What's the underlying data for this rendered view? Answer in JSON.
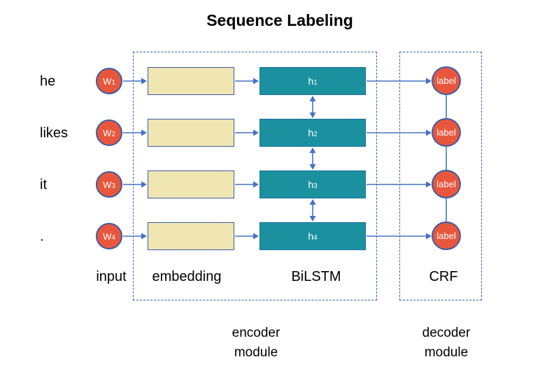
{
  "title": "Sequence Labeling",
  "colors": {
    "node_fill": "#E8573D",
    "node_border": "#3C5BA6",
    "node_text": "#FFFFFF",
    "embedding_fill": "#F0E6B2",
    "embedding_border": "#3C5BA6",
    "hidden_fill": "#1B91A0",
    "hidden_border": "#1B6E9E",
    "arrow": "#4472C4",
    "module_border": "#3A5F9E"
  },
  "rows": [
    {
      "word": "he",
      "input_label": "W",
      "input_sub": "1",
      "hidden_label": "h",
      "hidden_sub": "1",
      "output_label": "label"
    },
    {
      "word": "likes",
      "input_label": "W",
      "input_sub": "2",
      "hidden_label": "h",
      "hidden_sub": "2",
      "output_label": "label"
    },
    {
      "word": "it",
      "input_label": "W",
      "input_sub": "3",
      "hidden_label": "h",
      "hidden_sub": "3",
      "output_label": "label"
    },
    {
      "word": ".",
      "input_label": "W",
      "input_sub": "4",
      "hidden_label": "h",
      "hidden_sub": "4",
      "output_label": "label"
    }
  ],
  "layers": {
    "input": "input",
    "embedding": "embedding",
    "bilstm": "BiLSTM",
    "crf": "CRF"
  },
  "modules": {
    "encoder": {
      "line1": "encoder",
      "line2": "module"
    },
    "decoder": {
      "line1": "decoder",
      "line2": "module"
    }
  }
}
